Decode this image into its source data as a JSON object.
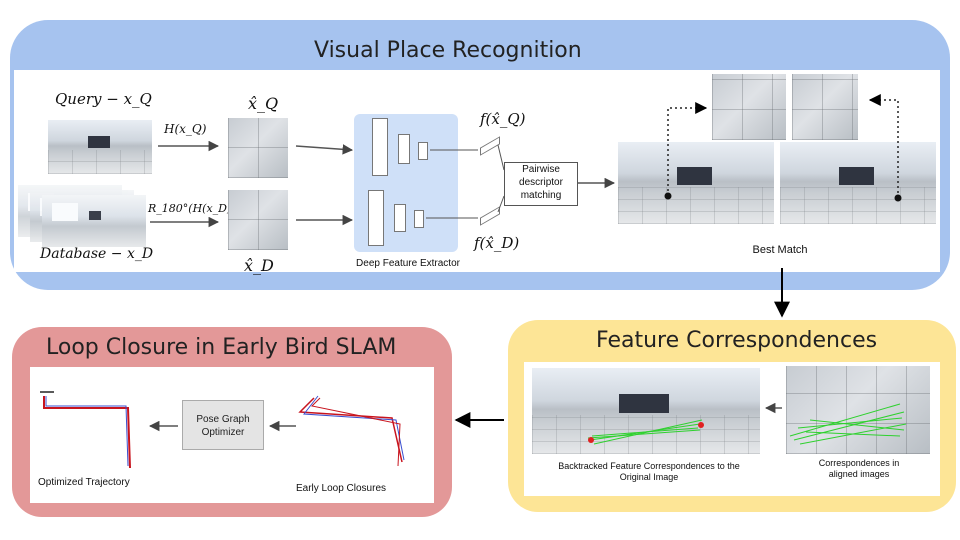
{
  "visual_place_recognition": {
    "title": "Visual Place Recognition",
    "query_label": "Query − x_Q",
    "database_label": "Database − x_D",
    "h_query": "H(x_Q)",
    "h_database": "R_180°(H(x_D))",
    "xhat_q": "x̂_Q",
    "xhat_d": "x̂_D",
    "extractor_label": "Deep Feature Extractor",
    "f_q": "f(x̂_Q)",
    "f_d": "f(x̂_D)",
    "descriptor_box": [
      "Pairwise",
      "descriptor",
      "matching"
    ],
    "best_match_label": "Best Match"
  },
  "feature_correspondences": {
    "title": "Feature Correspondences",
    "backtracked_label": [
      "Backtracked Feature Correspondences to the",
      "Original Image"
    ],
    "aligned_label": [
      "Correspondences in",
      "aligned images"
    ]
  },
  "loop_closure": {
    "title": "Loop Closure in Early Bird SLAM",
    "optimizer_box": [
      "Pose Graph",
      "Optimizer"
    ],
    "optimized_label": "Optimized Trajectory",
    "early_label": "Early Loop Closures"
  },
  "colors": {
    "blue_panel": "#a6c3ef",
    "red_panel": "#e39898",
    "yellow_panel": "#fde596",
    "extractor_bg": "#cfe0f8",
    "match_lines": "#2ed12e",
    "trajectory_red": "#c8141e",
    "trajectory_blue": "#3a4fd0"
  }
}
